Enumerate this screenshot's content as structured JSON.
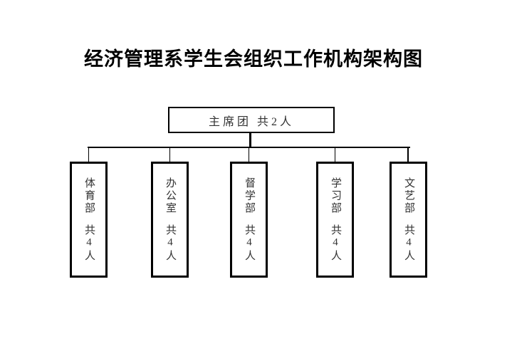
{
  "title": "经济管理系学生会组织工作机构架构图",
  "root": {
    "label": "主席团 共2人"
  },
  "departments": [
    {
      "name": "体育部",
      "count": "共4人"
    },
    {
      "name": "办公室",
      "count": "共4人"
    },
    {
      "name": "督学部",
      "count": "共4人"
    },
    {
      "name": "学习部",
      "count": "共4人"
    },
    {
      "name": "文艺部",
      "count": "共4人"
    }
  ],
  "colors": {
    "line": "#000000",
    "border": "#000000",
    "text": "#333333",
    "title": "#000000",
    "background": "#ffffff"
  },
  "chart_data": {
    "type": "org-chart",
    "title": "经济管理系学生会组织工作机构架构图",
    "root": {
      "label": "主席团",
      "headcount": "共2人"
    },
    "children": [
      {
        "label": "体育部",
        "headcount": "共4人"
      },
      {
        "label": "办公室",
        "headcount": "共4人"
      },
      {
        "label": "督学部",
        "headcount": "共4人"
      },
      {
        "label": "学习部",
        "headcount": "共4人"
      },
      {
        "label": "文艺部",
        "headcount": "共4人"
      }
    ]
  }
}
